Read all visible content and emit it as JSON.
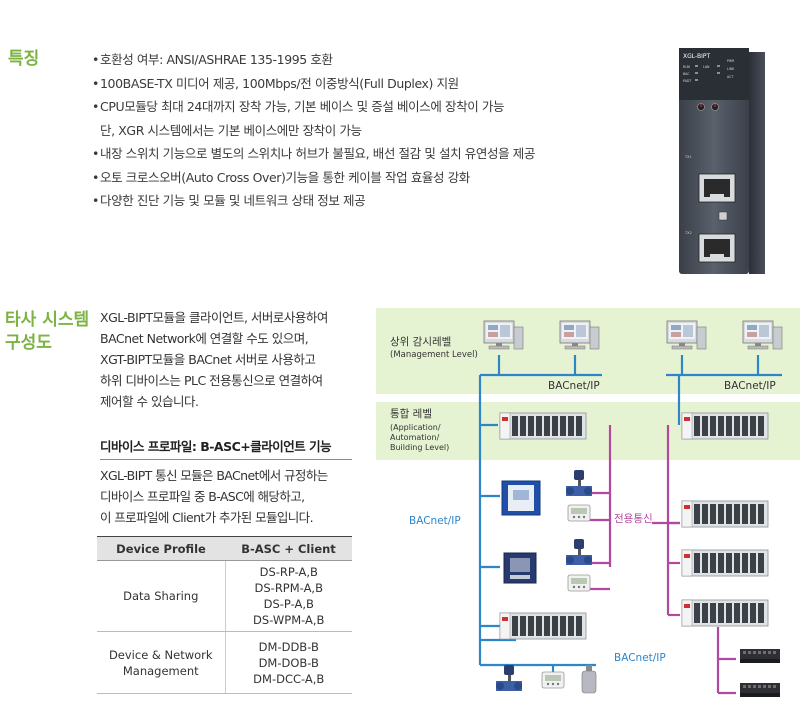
{
  "features": {
    "title": "특징",
    "items": [
      [
        "호환성 여부: ANSI/ASHRAE 135-1995 호환"
      ],
      [
        "100BASE-TX 미디어 제공, 100Mbps/전 이중방식(Full Duplex) 지원"
      ],
      [
        "CPU모듈당 최대 24대까지 장착 가능, 기본 베이스 및 증설 베이스에 장착이 가능",
        "단, XGR 시스템에서는 기본 베이스에만 장착이 가능"
      ],
      [
        "내장 스위치 기능으로 별도의 스위치나 허브가 불필요, 배선 절감 및 설치 유연성을 제공"
      ],
      [
        "오토 크로스오버(Auto Cross Over)기능을 통한 케이블 작업 효율성 강화"
      ],
      [
        "다양한 진단 기능 및 모듈 및 네트워크 상태 정보 제공"
      ]
    ]
  },
  "module": {
    "model": "XGL-BIPT",
    "port1": "TX1",
    "port2": "TX2",
    "led_labels": [
      "RUN",
      "BAC",
      "PADT",
      "LAN",
      "PWR",
      "LINK",
      "ACT"
    ]
  },
  "system": {
    "title_line1": "타사 시스템",
    "title_line2": "구성도",
    "desc_lines": [
      "XGL-BIPT모듈을 클라이언트, 서버로사용하여",
      "BACnet Network에 연결할 수도 있으며,",
      "XGT-BIPT모듈을 BACnet 서버로 사용하고",
      "하위 디바이스는 PLC 전용통신으로 연결하여",
      "제어할 수 있습니다."
    ],
    "profile_title": "디바이스 프로파일: B-ASC+클라이언트 기능",
    "profile_desc_lines": [
      "XGL-BIPT 통신 모듈은 BACnet에서 규정하는",
      "디바이스 프로파일 중 B-ASC에 해당하고,",
      "이 프로파일에 Client가 추가된 모듈입니다."
    ],
    "table": {
      "headers": [
        "Device Profile",
        "B-ASC + Client"
      ],
      "rows": [
        {
          "profile_lines": [
            "Data Sharing"
          ],
          "values": [
            "DS-RP-A,B",
            "DS-RPM-A,B",
            "DS-P-A,B",
            "DS-WPM-A,B"
          ]
        },
        {
          "profile_lines": [
            "Device & Network",
            "Management"
          ],
          "values": [
            "DM-DDB-B",
            "DM-DOB-B",
            "DM-DCC-A,B"
          ]
        }
      ]
    }
  },
  "diagram": {
    "mgmt_label": "상위 감시레벨",
    "mgmt_sub": "(Management Level)",
    "auto_label": "통합 레벨",
    "auto_sub": [
      "(Application/",
      "Automation/",
      "Building Level)"
    ],
    "bacnet_ip": "BACnet/IP",
    "dedicated": "전용통신",
    "colors": {
      "green_band": "#e6f3d3",
      "bacnet_line": "#2e86c9",
      "dedicated_line": "#b1499e",
      "label_blue": "#2e86c9",
      "label_purple": "#b1499e"
    }
  }
}
